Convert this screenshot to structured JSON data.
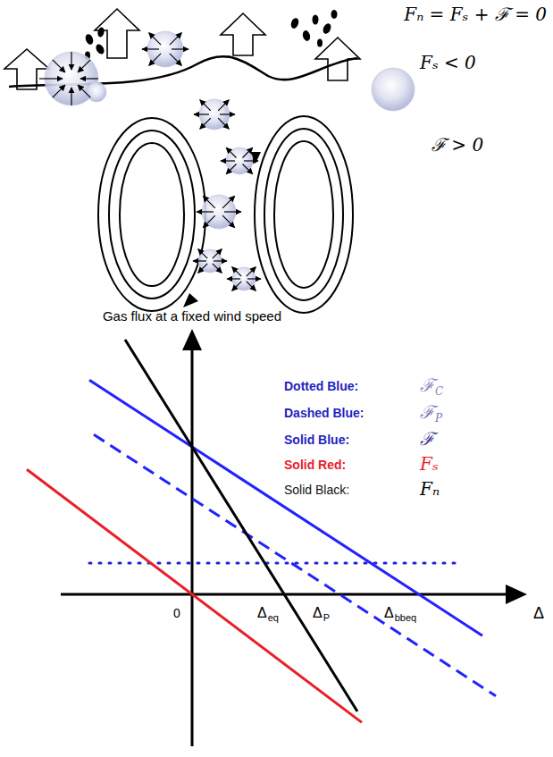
{
  "diagram": {
    "labels": [
      "Fₙ = Fₛ + ℱ = 0",
      "Fₛ < 0",
      "ℱ > 0",
      "Gas flux at a fixed wind speed",
      "Dotted Blue:",
      "ℱ",
      "C",
      "Dashed Blue:",
      "ℱ",
      "P",
      "Solid Blue:",
      "ℱ",
      "Solid Red:",
      "Fₛ",
      "Solid Black:",
      "Fₙ",
      "0",
      "Δ",
      "eq",
      "Δ",
      "P",
      "Δ",
      "bbeq",
      "Δ"
    ]
  }
}
